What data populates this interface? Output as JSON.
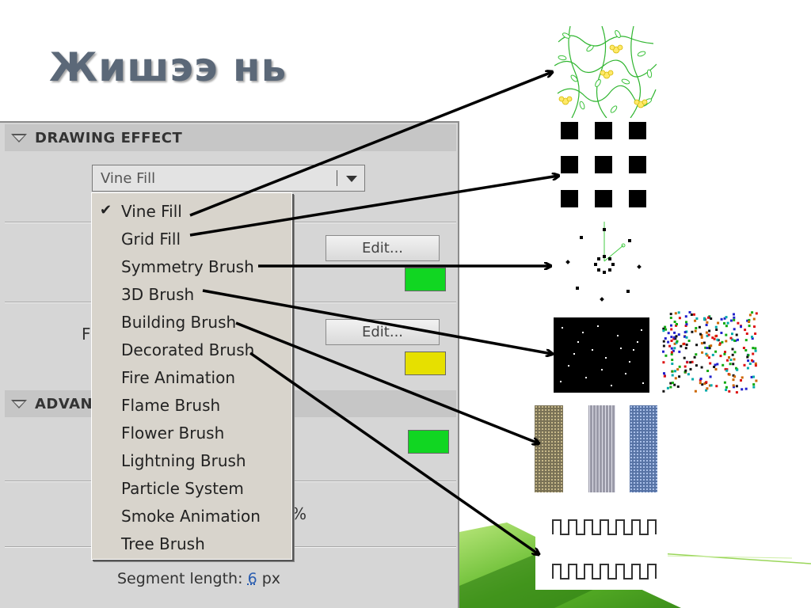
{
  "slide": {
    "title": "Жишээ нь"
  },
  "panel": {
    "drawing_effect_header": "DRAWING EFFECT",
    "advanced_header_visible": "ADVAN",
    "select_value": "Vine Fill",
    "edit_button_1": "Edit...",
    "edit_button_2": "Edit...",
    "side_label_f": "F",
    "percent_sign": "%",
    "segment_label": "Segment length:",
    "segment_value": "6",
    "segment_unit": "px",
    "swatch_colors": [
      "#11d622",
      "#e6e000",
      "#11d622"
    ]
  },
  "menu": {
    "checked_index": 0,
    "items": [
      {
        "label": "Vine Fill"
      },
      {
        "label": "Grid Fill"
      },
      {
        "label": "Symmetry Brush"
      },
      {
        "label": "3D Brush"
      },
      {
        "label": "Building Brush"
      },
      {
        "label": "Decorated Brush"
      },
      {
        "label": "Fire Animation"
      },
      {
        "label": "Flame Brush"
      },
      {
        "label": "Flower Brush"
      },
      {
        "label": "Lightning Brush"
      },
      {
        "label": "Particle System"
      },
      {
        "label": "Smoke Animation"
      },
      {
        "label": "Tree Brush"
      }
    ]
  },
  "samples": {
    "icons": [
      "vine-fill-sample",
      "grid-fill-sample",
      "symmetry-brush-sample",
      "3d-brush-sample",
      "particle-sample",
      "building-brush-sample",
      "decorated-brush-sample"
    ]
  },
  "colors": {
    "title": "#5b6878",
    "panel_bg": "#d6d6d6",
    "menu_bg": "#d8d4cc",
    "accent_green": "#7fcc2e"
  }
}
